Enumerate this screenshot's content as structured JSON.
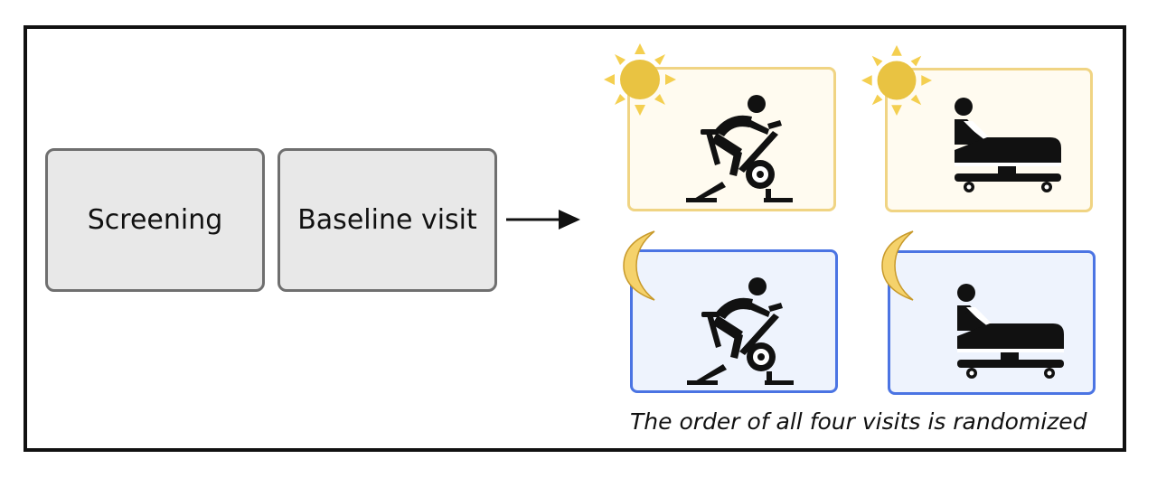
{
  "steps": [
    {
      "label": "Screening"
    },
    {
      "label": "Baseline visit"
    }
  ],
  "visits": [
    {
      "time": "day",
      "time_icon": "sun-icon",
      "activity_icon": "exercise-bike-icon"
    },
    {
      "time": "day",
      "time_icon": "sun-icon",
      "activity_icon": "hospital-bed-icon"
    },
    {
      "time": "night",
      "time_icon": "moon-icon",
      "activity_icon": "exercise-bike-icon"
    },
    {
      "time": "night",
      "time_icon": "moon-icon",
      "activity_icon": "hospital-bed-icon"
    }
  ],
  "caption": "The order of all four visits is randomized",
  "colors": {
    "step_fill": "#e8e8e8",
    "step_border": "#6f6f6f",
    "day_fill": "#fffbf0",
    "day_border": "#f0d483",
    "night_fill": "#eef3fd",
    "night_border": "#4b74e3",
    "sun": "#e9c342",
    "moon": "#f5d26b"
  }
}
